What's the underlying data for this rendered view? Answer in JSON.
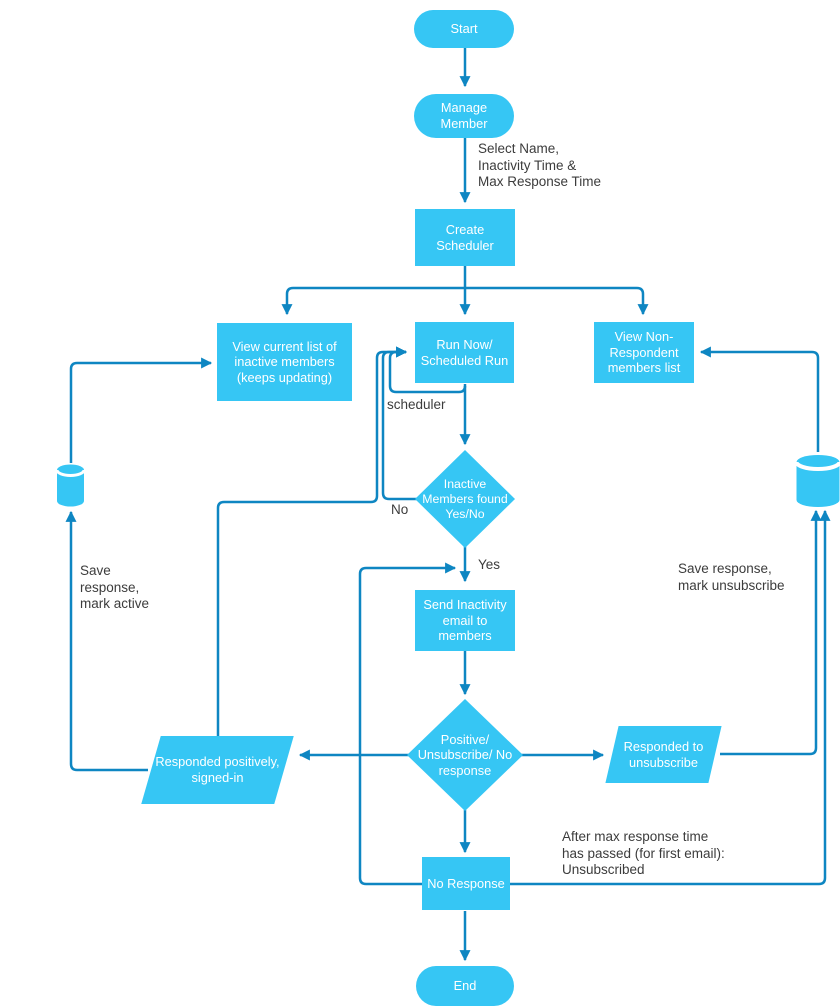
{
  "diagram": {
    "colors": {
      "shape_fill": "#36C6F4",
      "connector_line": "#0E86C2",
      "shape_text": "#FFFFFF",
      "label_text": "#3C3C3C"
    },
    "nodes": {
      "start": {
        "type": "terminator",
        "label": "Start"
      },
      "manage_member": {
        "type": "terminator",
        "label": "Manage\nMember"
      },
      "create_scheduler": {
        "type": "process",
        "label": "Create\nScheduler"
      },
      "view_inactive_list": {
        "type": "process",
        "label": "View current list of\ninactive members\n(keeps updating)"
      },
      "run_now": {
        "type": "process",
        "label": "Run Now/\nScheduled Run"
      },
      "view_non_respondent": {
        "type": "process",
        "label": "View Non-\nRespondent\nmembers list"
      },
      "inactive_members_found": {
        "type": "decision",
        "label": "Inactive\nMembers found\nYes/No"
      },
      "send_inactivity_email": {
        "type": "process",
        "label": "Send Inactivity\nemail to\nmembers"
      },
      "response_type": {
        "type": "decision",
        "label": "Positive/\nUnsubscribe/ No\nresponse"
      },
      "responded_positively": {
        "type": "data",
        "label": "Responded positively,\nsigned-in"
      },
      "responded_to_unsubscribe": {
        "type": "data",
        "label": "Responded to\nunsubscribe"
      },
      "no_response": {
        "type": "process",
        "label": "No Response"
      },
      "end": {
        "type": "terminator",
        "label": "End"
      },
      "left_database": {
        "type": "database",
        "label": ""
      },
      "right_database": {
        "type": "database",
        "label": ""
      }
    },
    "edge_labels": {
      "select_name": "Select Name,\nInactivity Time &\nMax Response Time",
      "scheduler": "scheduler",
      "no": "No",
      "yes": "Yes",
      "save_mark_active": "Save\nresponse,\nmark active",
      "save_mark_unsubscribe": "Save response,\nmark unsubscribe",
      "after_max_response": "After max response time\nhas passed (for first email):\nUnsubscribed"
    },
    "edges": [
      {
        "from": "start",
        "to": "manage_member"
      },
      {
        "from": "manage_member",
        "to": "create_scheduler",
        "label": "Select Name, Inactivity Time & Max Response Time"
      },
      {
        "from": "create_scheduler",
        "to": "view_inactive_list"
      },
      {
        "from": "create_scheduler",
        "to": "run_now"
      },
      {
        "from": "create_scheduler",
        "to": "view_non_respondent"
      },
      {
        "from": "run_now",
        "to": "run_now",
        "label": "scheduler"
      },
      {
        "from": "run_now",
        "to": "inactive_members_found"
      },
      {
        "from": "inactive_members_found",
        "to": "run_now",
        "label": "No"
      },
      {
        "from": "inactive_members_found",
        "to": "send_inactivity_email",
        "label": "Yes"
      },
      {
        "from": "send_inactivity_email",
        "to": "response_type"
      },
      {
        "from": "response_type",
        "to": "responded_positively"
      },
      {
        "from": "response_type",
        "to": "responded_to_unsubscribe"
      },
      {
        "from": "response_type",
        "to": "no_response"
      },
      {
        "from": "responded_positively",
        "to": "run_now"
      },
      {
        "from": "responded_positively",
        "to": "left_database",
        "label": "Save response, mark active"
      },
      {
        "from": "left_database",
        "to": "view_inactive_list"
      },
      {
        "from": "responded_to_unsubscribe",
        "to": "right_database",
        "label": "Save response, mark unsubscribe"
      },
      {
        "from": "no_response",
        "to": "right_database",
        "label": "After max response time has passed (for first email): Unsubscribed"
      },
      {
        "from": "right_database",
        "to": "view_non_respondent"
      },
      {
        "from": "no_response",
        "to": "send_inactivity_email"
      },
      {
        "from": "no_response",
        "to": "end"
      }
    ]
  }
}
